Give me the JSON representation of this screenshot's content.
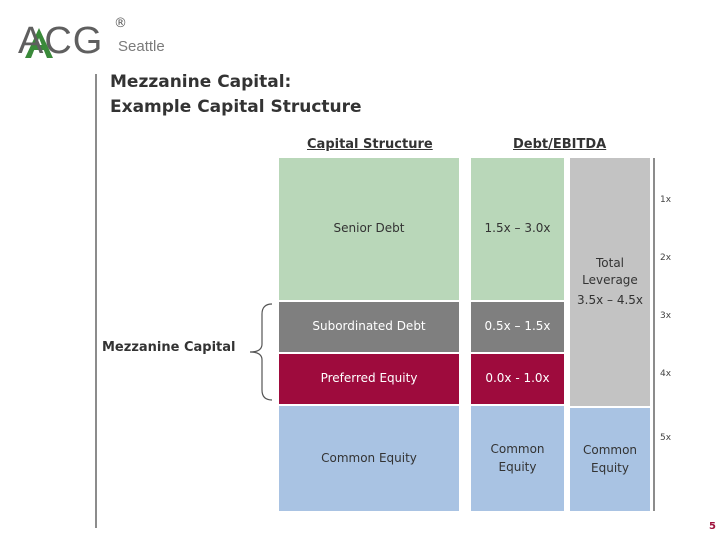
{
  "logo": {
    "text": "ACG",
    "registered": "®",
    "city": "Seattle",
    "accent_color": "#3a8a3a"
  },
  "title": {
    "line1": "Mezzanine Capital:",
    "line2": "Example Capital Structure"
  },
  "headers": {
    "capital_structure": "Capital Structure",
    "debt_ebitda": "Debt/EBITDA"
  },
  "layers": [
    {
      "label": "Senior Debt",
      "ratio": "1.5x – 3.0x",
      "color": "#b9d7b9"
    },
    {
      "label": "Subordinated Debt",
      "ratio": "0.5x – 1.5x",
      "color": "#7f7f7f"
    },
    {
      "label": "Preferred Equity",
      "ratio": "0.0x - 1.0x",
      "color": "#9e0b3d"
    },
    {
      "label": "Common Equity",
      "ratio": "Common Equity",
      "color": "#a9c3e3"
    }
  ],
  "total": {
    "label": "Total Leverage",
    "range": "3.5x – 4.5x",
    "common_equity": "Common Equity"
  },
  "scale": [
    "1x",
    "2x",
    "3x",
    "4x",
    "5x"
  ],
  "mezzanine_label": "Mezzanine Capital",
  "page_number": "5"
}
